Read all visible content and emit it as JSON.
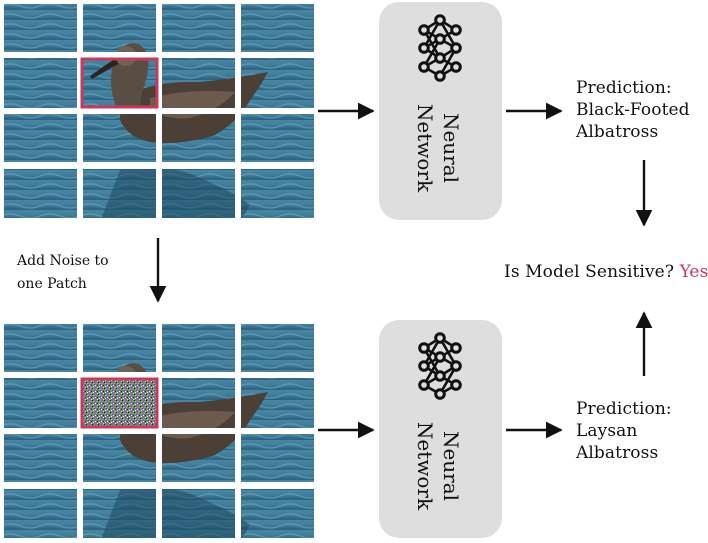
{
  "top_branch": {
    "network_label": [
      "Neural",
      "Network"
    ],
    "prediction_label": "Prediction:",
    "prediction_value": [
      "Black-Footed",
      "Albatross"
    ]
  },
  "bottom_branch": {
    "network_label": [
      "Neural",
      "Network"
    ],
    "prediction_label": "Prediction:",
    "prediction_value": [
      "Laysan",
      "Albatross"
    ]
  },
  "noise_step": [
    "Add Noise to",
    "one Patch"
  ],
  "question": {
    "text": "Is Model Sensitive?",
    "answer": "Yes",
    "answer_color": "#c0385a"
  },
  "highlight_color": "#c8385a",
  "image_grid": {
    "rows": 4,
    "cols": 4,
    "highlighted_patch": {
      "row": 2,
      "col": 2
    }
  }
}
